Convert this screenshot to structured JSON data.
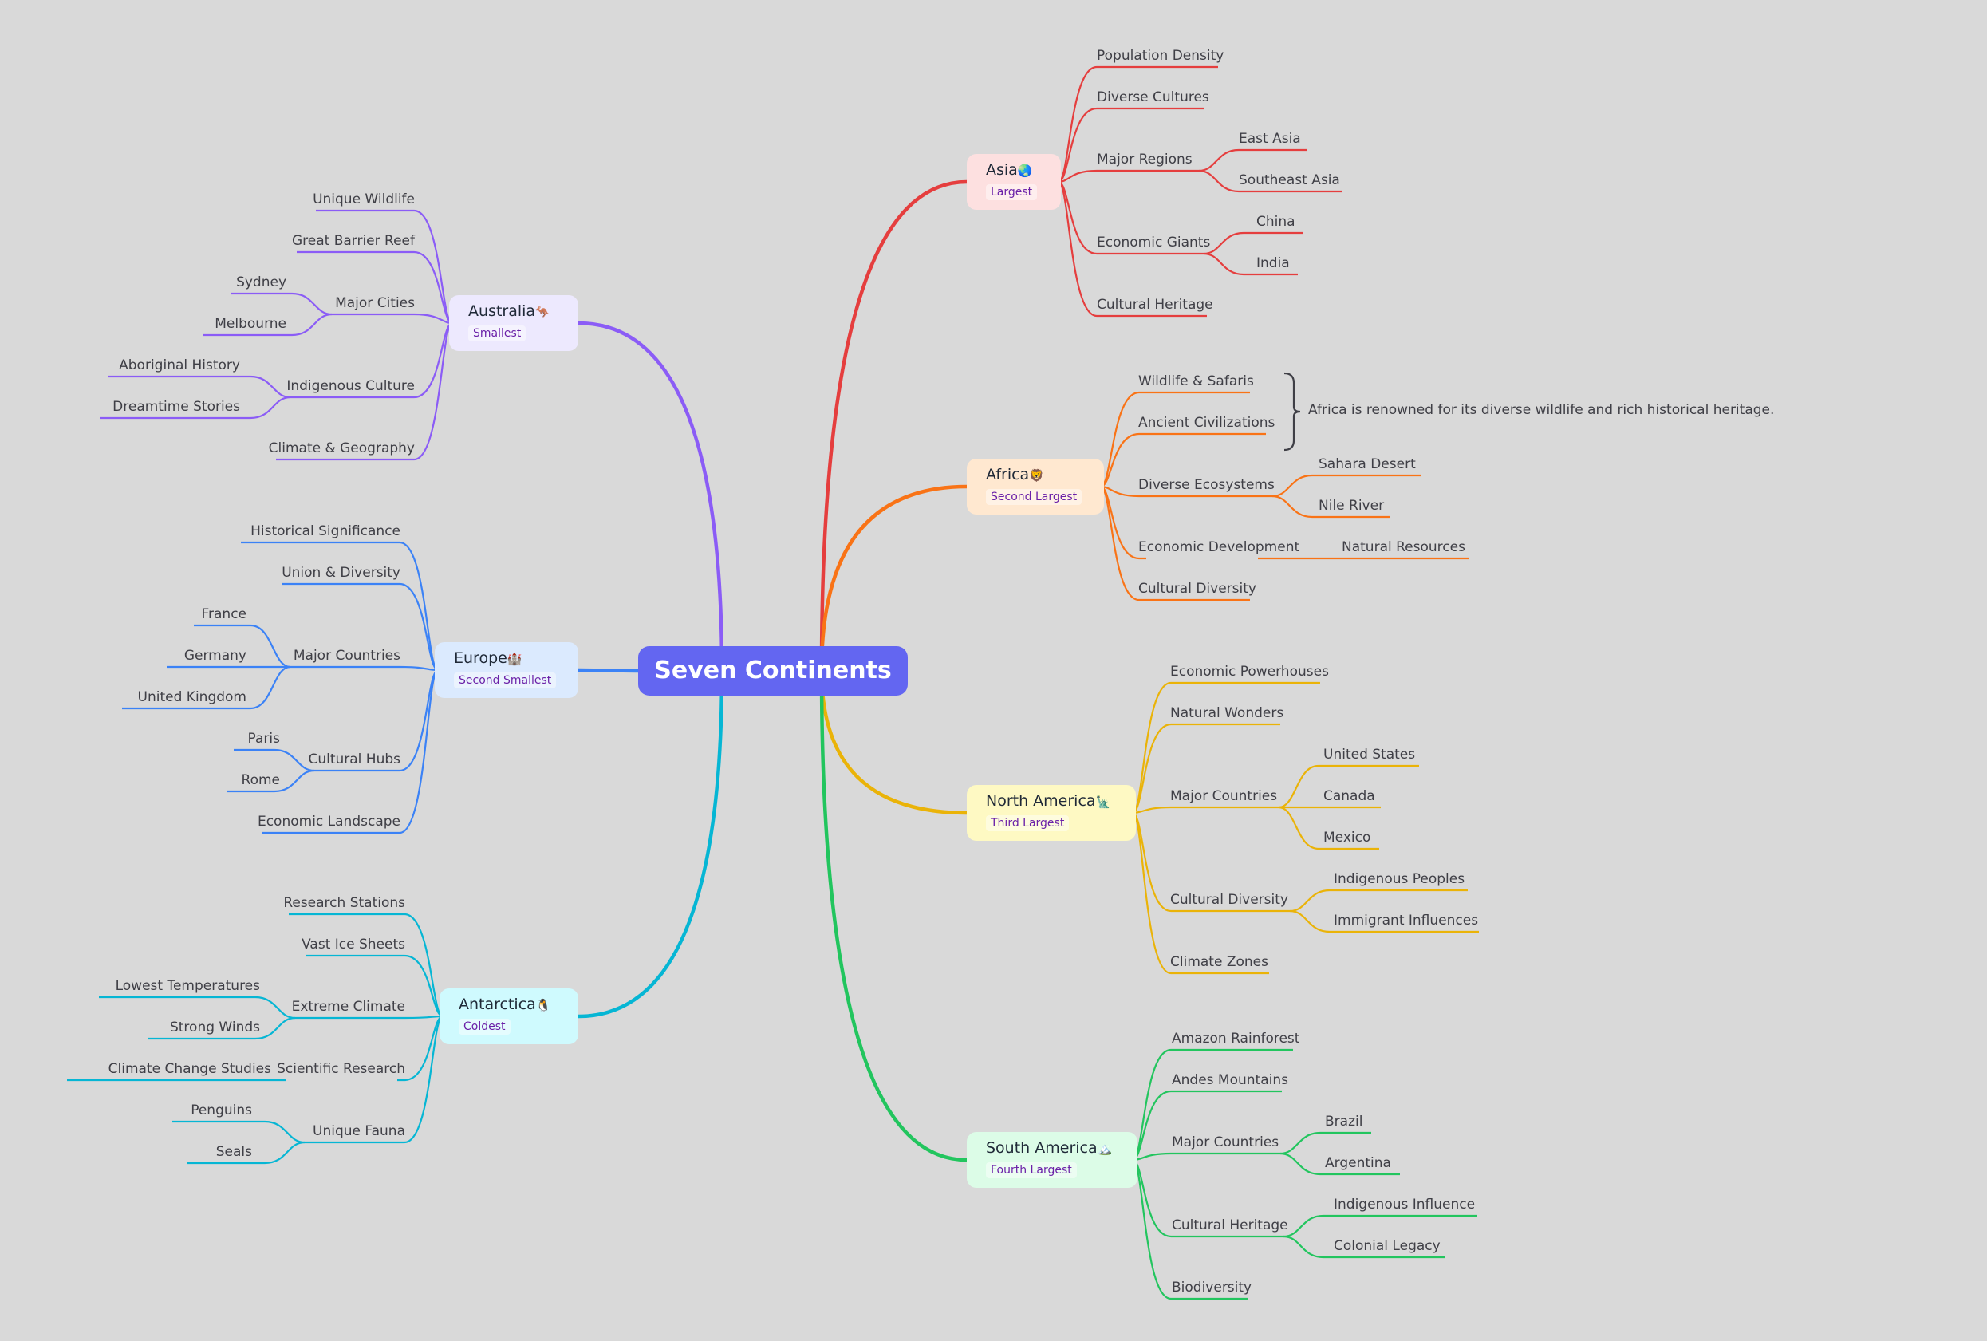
{
  "central": {
    "label": "Seven Continents",
    "color": "#6366f1"
  },
  "continents": [
    {
      "id": "asia",
      "name": "Asia",
      "emoji": "🌏",
      "tag": "Largest",
      "color": "#e53e3e",
      "bg": "#fde0e0",
      "tag_color": "#6b21a8",
      "children": [
        {
          "label": "Population Density"
        },
        {
          "label": "Diverse Cultures"
        },
        {
          "label": "Major Regions",
          "children": [
            {
              "label": "East Asia"
            },
            {
              "label": "Southeast Asia"
            }
          ]
        },
        {
          "label": "Economic Giants",
          "children": [
            {
              "label": "China"
            },
            {
              "label": "India"
            }
          ]
        },
        {
          "label": "Cultural Heritage"
        }
      ]
    },
    {
      "id": "africa",
      "name": "Africa",
      "emoji": "🦁",
      "tag": "Second Largest",
      "color": "#f97316",
      "bg": "#ffe8d0",
      "tag_color": "#6b21a8",
      "summary": "Africa is renowned for its diverse wildlife and rich historical heritage.",
      "children": [
        {
          "label": "Wildlife & Safaris"
        },
        {
          "label": "Ancient Civilizations"
        },
        {
          "label": "Diverse Ecosystems",
          "children": [
            {
              "label": "Sahara Desert"
            },
            {
              "label": "Nile River"
            }
          ]
        },
        {
          "label": "Economic Development",
          "children": [
            {
              "label": "Natural Resources"
            }
          ]
        },
        {
          "label": "Cultural Diversity"
        }
      ]
    },
    {
      "id": "north-america",
      "name": "North America",
      "emoji": "🗽",
      "tag": "Third Largest",
      "color": "#eab308",
      "bg": "#fef9c3",
      "tag_color": "#6b21a8",
      "children": [
        {
          "label": "Economic Powerhouses"
        },
        {
          "label": "Natural Wonders"
        },
        {
          "label": "Major Countries",
          "children": [
            {
              "label": "United States"
            },
            {
              "label": "Canada"
            },
            {
              "label": "Mexico"
            }
          ]
        },
        {
          "label": "Cultural Diversity",
          "children": [
            {
              "label": "Indigenous Peoples"
            },
            {
              "label": "Immigrant Influences"
            }
          ]
        },
        {
          "label": "Climate Zones"
        }
      ]
    },
    {
      "id": "south-america",
      "name": "South America",
      "emoji": "🏔️",
      "tag": "Fourth Largest",
      "color": "#22c55e",
      "bg": "#dcfce7",
      "tag_color": "#6b21a8",
      "children": [
        {
          "label": "Amazon Rainforest"
        },
        {
          "label": "Andes Mountains"
        },
        {
          "label": "Major Countries",
          "children": [
            {
              "label": "Brazil"
            },
            {
              "label": "Argentina"
            }
          ]
        },
        {
          "label": "Cultural Heritage",
          "children": [
            {
              "label": "Indigenous Influence"
            },
            {
              "label": "Colonial Legacy"
            }
          ]
        },
        {
          "label": "Biodiversity"
        }
      ]
    },
    {
      "id": "australia",
      "name": "Australia",
      "emoji": "🦘",
      "tag": "Smallest",
      "color": "#8b5cf6",
      "bg": "#ede9fe",
      "tag_color": "#6b21a8",
      "children": [
        {
          "label": "Unique Wildlife"
        },
        {
          "label": "Great Barrier Reef"
        },
        {
          "label": "Major Cities",
          "children": [
            {
              "label": "Sydney"
            },
            {
              "label": "Melbourne"
            }
          ]
        },
        {
          "label": "Indigenous Culture",
          "children": [
            {
              "label": "Aboriginal History"
            },
            {
              "label": "Dreamtime Stories"
            }
          ]
        },
        {
          "label": "Climate & Geography"
        }
      ]
    },
    {
      "id": "europe",
      "name": "Europe",
      "emoji": "🏰",
      "tag": "Second Smallest",
      "color": "#3b82f6",
      "bg": "#dbeafe",
      "tag_color": "#6b21a8",
      "children": [
        {
          "label": "Historical Significance"
        },
        {
          "label": "Union & Diversity"
        },
        {
          "label": "Major Countries",
          "children": [
            {
              "label": "France"
            },
            {
              "label": "Germany"
            },
            {
              "label": "United Kingdom"
            }
          ]
        },
        {
          "label": "Cultural Hubs",
          "children": [
            {
              "label": "Paris"
            },
            {
              "label": "Rome"
            }
          ]
        },
        {
          "label": "Economic Landscape"
        }
      ]
    },
    {
      "id": "antarctica",
      "name": "Antarctica",
      "emoji": "🐧",
      "tag": "Coldest",
      "color": "#06b6d4",
      "bg": "#cffafe",
      "tag_color": "#6b21a8",
      "children": [
        {
          "label": "Research Stations"
        },
        {
          "label": "Vast Ice Sheets"
        },
        {
          "label": "Extreme Climate",
          "children": [
            {
              "label": "Lowest Temperatures"
            },
            {
              "label": "Strong Winds"
            }
          ]
        },
        {
          "label": "Scientific Research",
          "children": [
            {
              "label": "Climate Change Studies"
            }
          ]
        },
        {
          "label": "Unique Fauna",
          "children": [
            {
              "label": "Penguins"
            },
            {
              "label": "Seals"
            }
          ]
        }
      ]
    }
  ]
}
